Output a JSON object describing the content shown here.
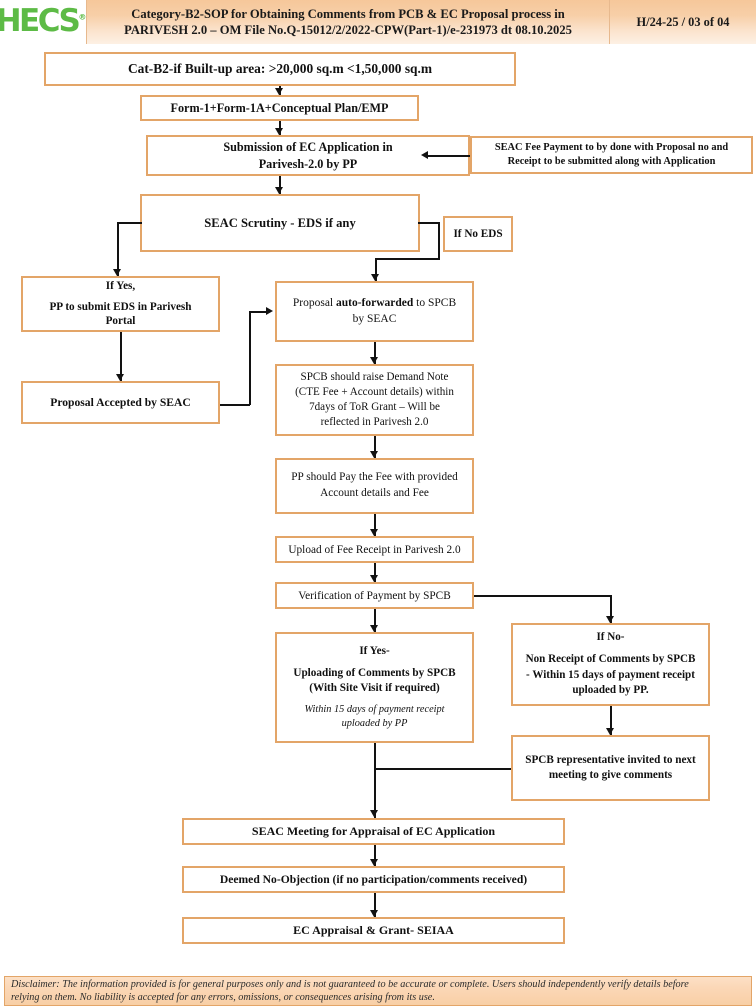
{
  "header": {
    "logo": "HECS",
    "logo_registered": "®",
    "title_line1": "Category-B2-SOP for Obtaining Comments from PCB & EC Proposal process in",
    "title_line2": "PARIVESH 2.0 – OM File No.Q-15012/2/2022-CPW(Part-1)/e-231973 dt 08.10.2025",
    "page_ref": "H/24-25 / 03 of  04"
  },
  "nodes": {
    "cat_b2": "Cat-B2-if Built-up area:  >20,000 sq.m <1,50,000 sq.m",
    "forms": "Form-1+Form-1A+Conceptual Plan/EMP",
    "submission_l1": "Submission of EC Application in",
    "submission_l2": "Parivesh-2.0 by PP",
    "seac_fee_l1": "SEAC Fee Payment to by done with Proposal no and",
    "seac_fee_l2": "Receipt to be submitted along with Application",
    "scrutiny": "SEAC Scrutiny -  EDS if any",
    "if_no_eds": "If No  EDS",
    "if_yes_l1": "If Yes,",
    "if_yes_l2": "PP to submit EDS in Parivesh",
    "if_yes_l3": "Portal",
    "proposal_accepted": "Proposal Accepted by SEAC",
    "auto_fwd_pre": "Proposal ",
    "auto_fwd_bold": "auto-forwarded",
    "auto_fwd_post": " to SPCB",
    "auto_fwd_l2": "by SEAC",
    "demand_l1": "SPCB should raise Demand Note",
    "demand_l2": "(CTE Fee + Account details) within",
    "demand_l3": "7days of ToR Grant – Will be",
    "demand_l4": "reflected in Parivesh 2.0",
    "pay_fee_l1": "PP should Pay the Fee with provided",
    "pay_fee_l2": "Account details and Fee",
    "upload_receipt": "Upload of Fee Receipt in Parivesh 2.0",
    "verification": "Verification of Payment by SPCB",
    "if_yes2_l1": "If Yes-",
    "if_yes2_l2": "Uploading of Comments by SPCB",
    "if_yes2_l3": "(With Site Visit if required)",
    "if_yes2_l4": "Within 15 days of payment receipt",
    "if_yes2_l5": "uploaded by PP",
    "if_no_l1": "If  No-",
    "if_no_l2": "Non Receipt of Comments by SPCB",
    "if_no_l3": "- Within 15 days of payment receipt",
    "if_no_l4": "uploaded by PP.",
    "spcb_rep_l1": "SPCB representative invited to next",
    "spcb_rep_l2": "meeting to give comments",
    "seac_meeting": "SEAC Meeting for Appraisal of EC Application",
    "deemed": "Deemed No-Objection (if no participation/comments received)",
    "ec_grant": "EC Appraisal & Grant- SEIAA"
  },
  "footer": {
    "disclaimer_l1": "Disclaimer: The information provided is for general purposes only and is not guaranteed to be accurate or complete. Users should independently verify details before",
    "disclaimer_l2": "relying on them. No liability is accepted for any errors, omissions, or consequences arising from its use."
  },
  "colors": {
    "box_border": "#E3A568",
    "header_gradient_top": "#f6c79a",
    "logo_green": "#5DBB46",
    "connector": "#121212"
  }
}
